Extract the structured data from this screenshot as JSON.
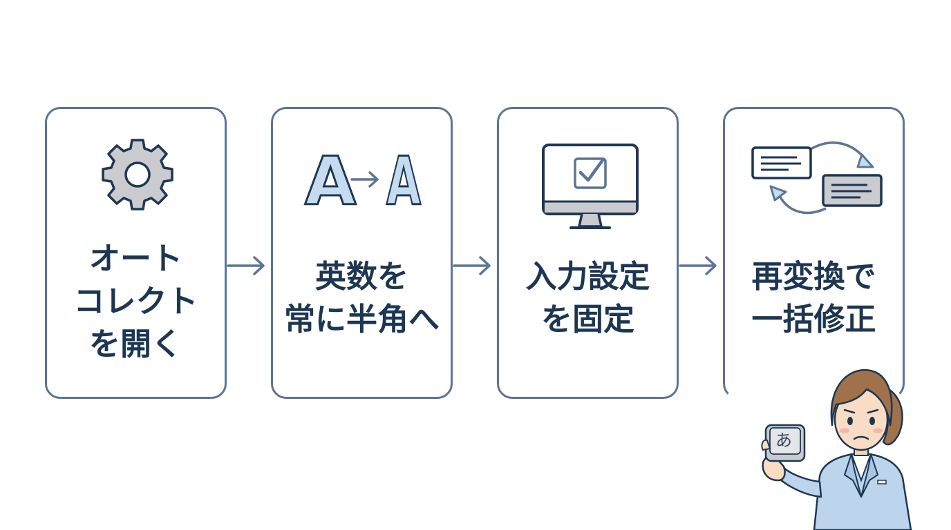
{
  "steps": [
    {
      "lines": [
        "オート",
        "コレクト",
        "を開く"
      ],
      "icon": "gear-icon"
    },
    {
      "lines": [
        "英数を",
        "常に半角へ"
      ],
      "icon": "fullwidth-to-halfwidth-icon",
      "icon_letter": "A"
    },
    {
      "lines": [
        "入力設定",
        "を固定"
      ],
      "icon": "monitor-checkbox-icon"
    },
    {
      "lines": [
        "再変換で",
        "一括修正"
      ],
      "icon": "reconvert-cycle-icon"
    }
  ],
  "ime_key_label": "あ",
  "colors": {
    "border": "#5b7593",
    "text": "#1d3652",
    "icon_fill_light": "#c5dbf0",
    "icon_gray": "#c9cbce",
    "suit": "#bcd5ec"
  }
}
